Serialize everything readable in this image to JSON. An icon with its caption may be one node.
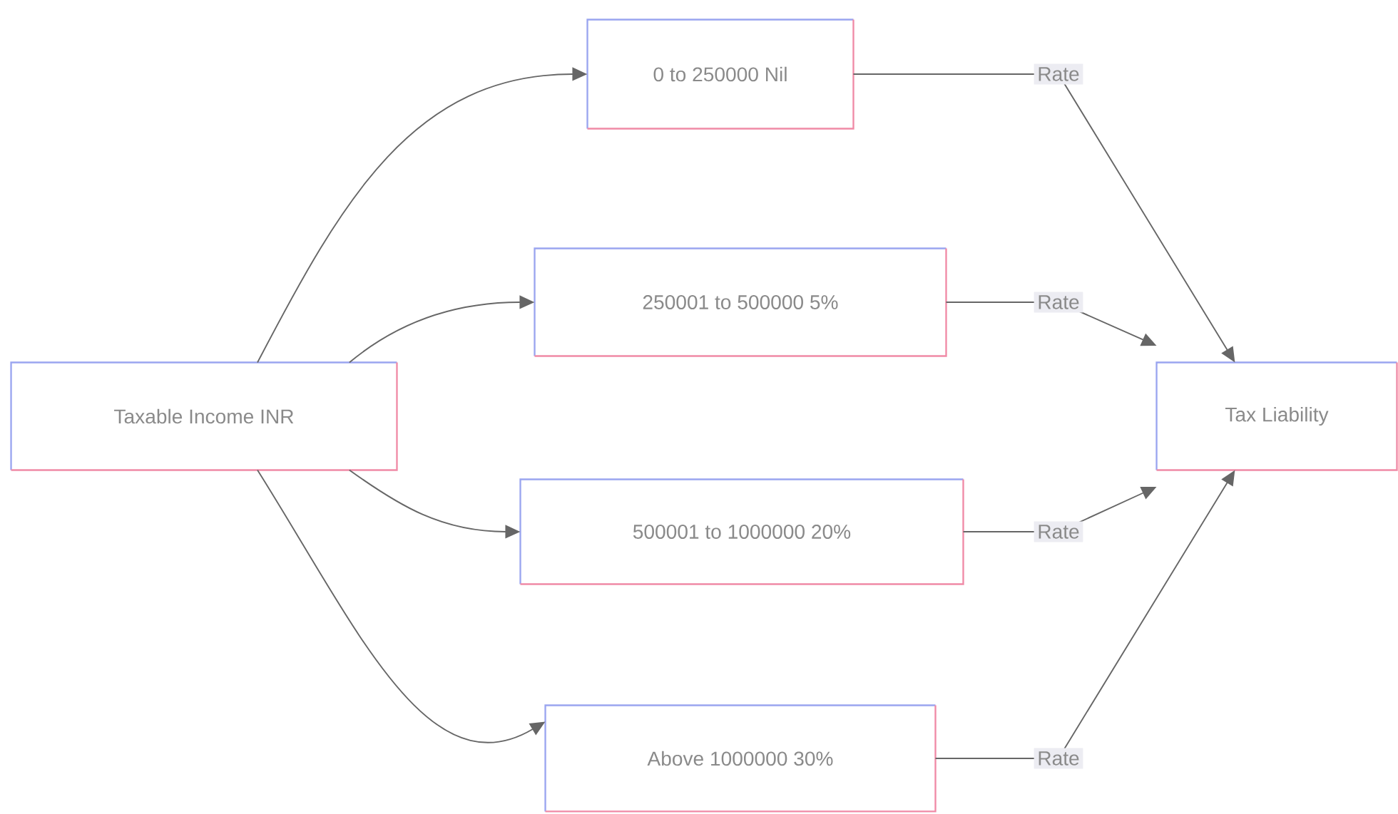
{
  "diagram": {
    "nodes": [
      {
        "text": [
          "Taxable Income INR"
        ]
      },
      {
        "text": [
          "0 to 250000 Nil"
        ]
      },
      {
        "text": [
          "250001 to 500000 5%"
        ]
      },
      {
        "text": [
          "500001 to 1000000 20%"
        ]
      },
      {
        "text": [
          "Above 1000000 30%"
        ]
      },
      {
        "text": [
          "Tax Liability"
        ]
      }
    ],
    "edges": [
      {
        "from": 0,
        "to": 1,
        "arrow": "to"
      },
      {
        "from": 0,
        "to": 2,
        "arrow": "to"
      },
      {
        "from": 0,
        "to": 3,
        "arrow": "to"
      },
      {
        "from": 0,
        "to": 4,
        "arrow": "to"
      },
      {
        "from": 1,
        "to": 5,
        "arrow": "to",
        "label": "Rate"
      },
      {
        "from": 2,
        "to": 5,
        "arrow": "to",
        "label": "Rate"
      },
      {
        "from": 3,
        "to": 5,
        "arrow": "to",
        "label": "Rate"
      },
      {
        "from": 4,
        "to": 5,
        "arrow": "to",
        "label": "Rate"
      }
    ]
  }
}
